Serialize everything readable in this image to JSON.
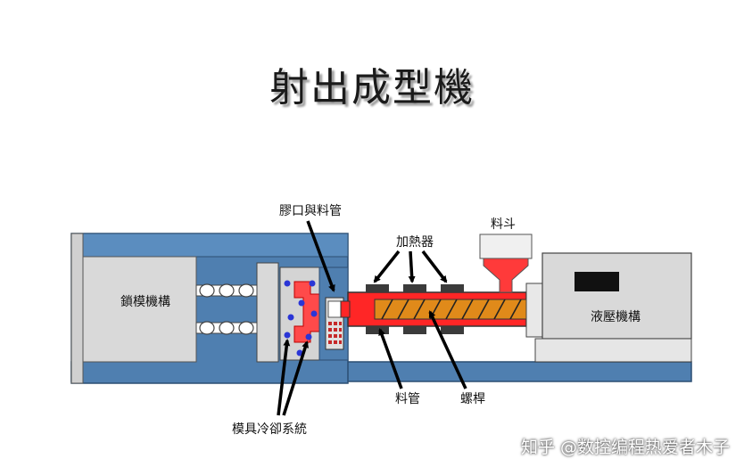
{
  "title": "射出成型機",
  "labels": {
    "clamping": "鎖模機構",
    "nozzle": "膠口與料管",
    "heater": "加熱器",
    "hopper": "料斗",
    "hydraulic": "液壓機構",
    "barrel": "料管",
    "screw": "螺桿",
    "cooling": "模具冷卻系統"
  },
  "watermark": "知乎 @数控编程热爱者木子",
  "colors": {
    "frame": "#4f7fb0",
    "body": "#d9d9d9",
    "barrel": "#ff2626",
    "screw": "#e08a1a",
    "coolant": "#2a35d6",
    "mold": "#ff4a4a"
  }
}
